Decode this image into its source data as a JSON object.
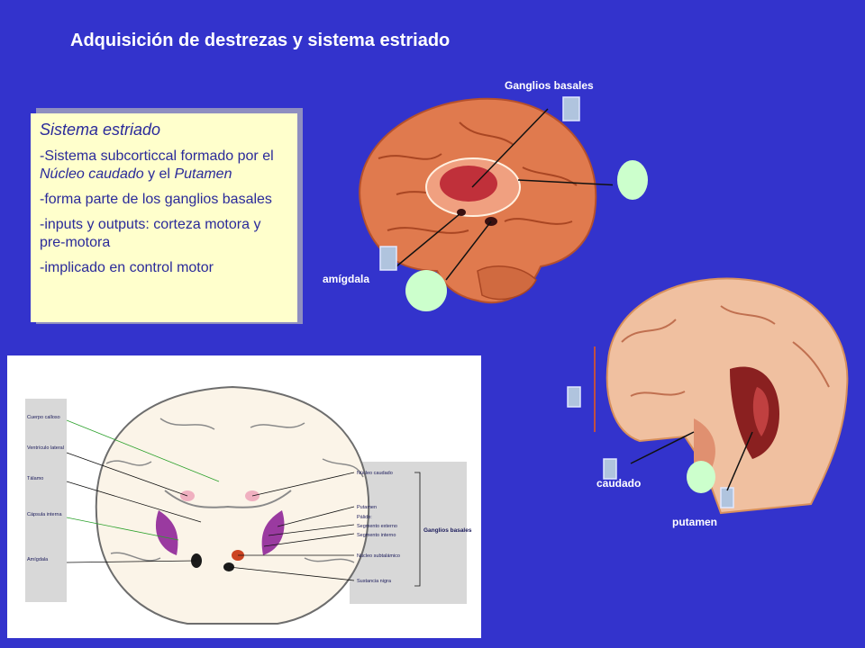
{
  "slide": {
    "title": "Adquisición de destrezas y sistema estriado"
  },
  "textbox": {
    "heading": "Sistema estriado",
    "line1_a": "-Sistema subcorticcal formado por el ",
    "line1_b": "Núcleo caudado",
    "line1_c": " y el ",
    "line1_d": "Putamen",
    "line2": "-forma parte de los ganglios basales",
    "line3": "-inputs y outputs: corteza motora y pre-motora",
    "line4": "-implicado en control motor"
  },
  "lateral_brain": {
    "label_top": "Ganglios basales",
    "label_left": "amígdala"
  },
  "frontal_brain": {
    "label_caudado": "caudado",
    "label_putamen": "putamen"
  },
  "coronal_section": {
    "left_labels": [
      "Cuerpo calloso",
      "Ventrículo lateral",
      "Tálamo",
      "Cápsula interna",
      "Amígdala"
    ],
    "right_labels": [
      "Núcleo caudado",
      "Putamen",
      "Pálido:",
      "Segmento externo",
      "Segmento interno",
      "Núcleo subtalámico",
      "Sustancia nigra"
    ],
    "group_label": "Ganglios basales"
  },
  "colors": {
    "background": "#3333cc",
    "textbox_bg": "#ffffcc",
    "textbox_text": "#2a2a9a",
    "circle_marker": "#ccffcc"
  }
}
